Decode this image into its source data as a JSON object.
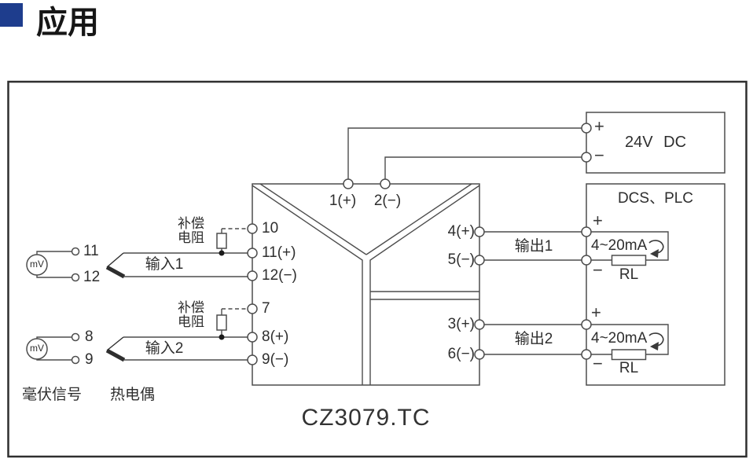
{
  "header": {
    "title": "应用",
    "accent_color": "#1e3d8d"
  },
  "model": "CZ3079.TC",
  "device": {
    "top_terminals": [
      "1(+)",
      "2(−)"
    ],
    "left_terminals": [
      "10",
      "11(+)",
      "12(−)",
      "7",
      "8(+)",
      "9(−)"
    ],
    "right_terminals": [
      "4(+)",
      "5(−)",
      "3(+)",
      "6(−)"
    ]
  },
  "inputs": [
    {
      "label": "输入1",
      "mv": "mV",
      "lead_top": "11",
      "lead_bottom": "12",
      "comp_line1": "补偿",
      "comp_line2": "电阻"
    },
    {
      "label": "输入2",
      "mv": "mV",
      "lead_top": "8",
      "lead_bottom": "9",
      "comp_line1": "补偿",
      "comp_line2": "电阻"
    }
  ],
  "captions": {
    "mv_signal": "毫伏信号",
    "thermocouple": "热电偶"
  },
  "power": {
    "label": "24V DC",
    "plus": "+",
    "minus": "−"
  },
  "dcs": {
    "title": "DCS、PLC"
  },
  "outputs": [
    {
      "label": "输出1",
      "loop": "4~20mA",
      "load": "RL",
      "plus": "+",
      "minus": "−"
    },
    {
      "label": "输出2",
      "loop": "4~20mA",
      "load": "RL",
      "plus": "+",
      "minus": "−"
    }
  ]
}
